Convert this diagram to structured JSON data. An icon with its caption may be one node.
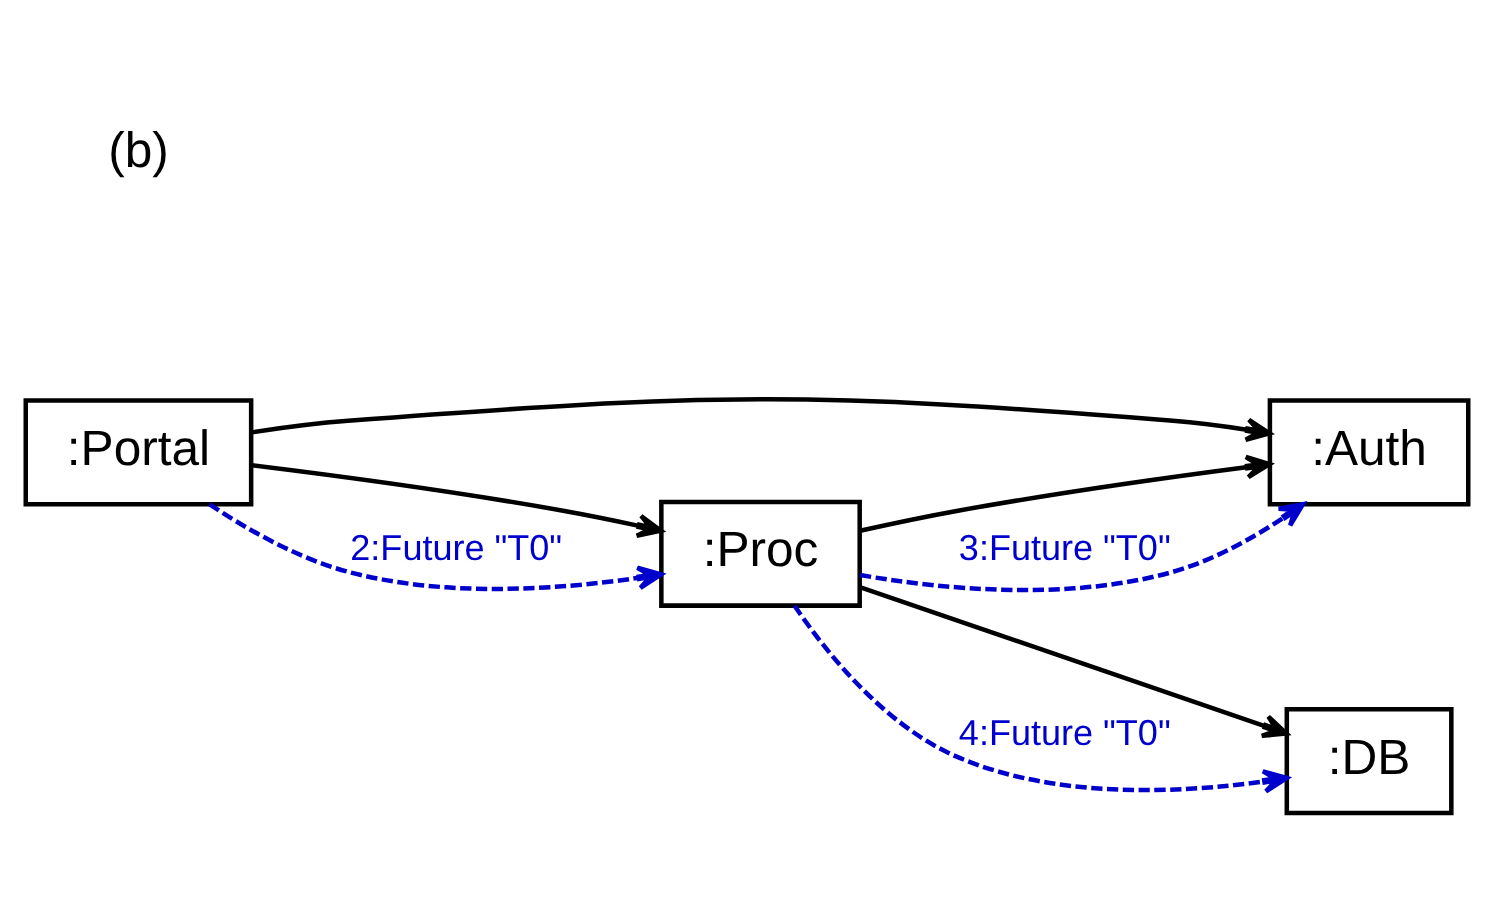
{
  "diagram": {
    "nodes": [
      {
        "text": [
          ":Auth"
        ]
      },
      {
        "text": [
          ":Portal"
        ]
      },
      {
        "text": [
          ":Proc"
        ]
      },
      {
        "text": [
          ":DB"
        ]
      }
    ],
    "edges": [
      {
        "from": 1,
        "to": 0,
        "arrow": "to"
      },
      {
        "from": 1,
        "to": 2,
        "arrow": "to"
      },
      {
        "from": 1,
        "to": 2,
        "arrow": "to",
        "label": "2:Future \"T0\"",
        "style": "dashed",
        "color": "#0000cc"
      },
      {
        "from": 2,
        "to": 0,
        "arrow": "to"
      },
      {
        "from": 2,
        "to": 0,
        "arrow": "to",
        "label": "3:Future \"T0\"",
        "style": "dashed",
        "color": "#0000cc"
      },
      {
        "from": 2,
        "to": 3,
        "arrow": "to"
      },
      {
        "from": 2,
        "to": 3,
        "arrow": "to",
        "label": "4:Future \"T0\"",
        "style": "dashed",
        "color": "#0000cc"
      }
    ],
    "labels": [
      "(b)"
    ]
  }
}
